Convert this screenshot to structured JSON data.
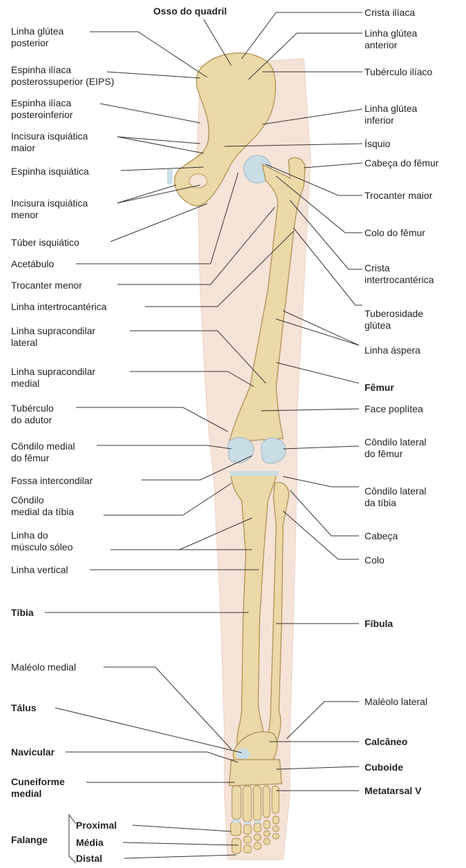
{
  "labels": {
    "top": "Osso do quadril",
    "left": [
      "Linha glútea\nposterior",
      "Espinha ilíaca\nposterossuperior (EIPS)",
      "Espinha ilíaca\nposteroinferior",
      "Incisura isquiática\nmaior",
      "Espinha isquiática",
      "Incisura isquiática\nmenor",
      "Túber isquiático",
      "Acetábulo",
      "Trocanter menor",
      "Linha intertrocantérica",
      "Linha supracondilar\nlateral",
      "Linha supracondilar\nmedial",
      "Tubérculo\ndo adutor",
      "Côndilo medial\ndo fêmur",
      "Fossa intercondilar",
      "Côndilo\nmedial da tíbia",
      "Linha do\nmúsculo sóleo",
      "Linha vertical",
      "Tíbia",
      "Maléolo medial",
      "Tálus",
      "Navicular",
      "Cuneiforme\nmedial",
      "Falange",
      "Proximal",
      "Média",
      "Distal"
    ],
    "right": [
      "Crista ilíaca",
      "Linha glútea\nanterior",
      "Tubérculo ilíaco",
      "Linha glútea\ninferior",
      "Ísquio",
      "Cabeça do fêmur",
      "Trocanter maior",
      "Colo do fêmur",
      "Crista\nintertrocantérica",
      "Tuberosidade\nglútea",
      "Linha áspera",
      "Fêmur",
      "Face poplítea",
      "Côndilo lateral\ndo fêmur",
      "Côndilo lateral\nda tíbia",
      "Cabeça",
      "Colo",
      "Fíbula",
      "Maléolo lateral",
      "Calcâneo",
      "Cuboide",
      "Metatarsal V"
    ]
  },
  "colors": {
    "bone": "#ecd9a8",
    "bone_stroke": "#b89a5e",
    "cartilage": "#c9dde6",
    "silhouette": "#f6e3d8",
    "line": "#333333"
  }
}
